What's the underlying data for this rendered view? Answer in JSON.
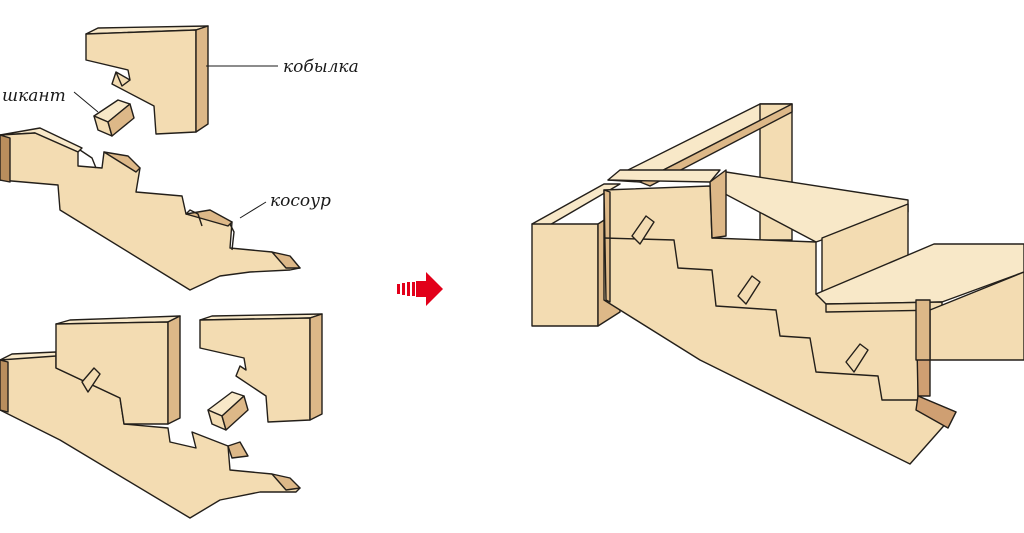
{
  "labels": {
    "kobylka": "кобылка",
    "shkant": "шкант",
    "kosour": "косоур"
  },
  "colors": {
    "wood_front": "#f3dcb2",
    "wood_top": "#f8e8c8",
    "wood_side": "#ddb888",
    "wood_dark": "#b98e5d",
    "outline": "#231f1a",
    "arrow_red": "#e2001a"
  },
  "icons": {
    "arrow": "arrow-right-icon"
  }
}
